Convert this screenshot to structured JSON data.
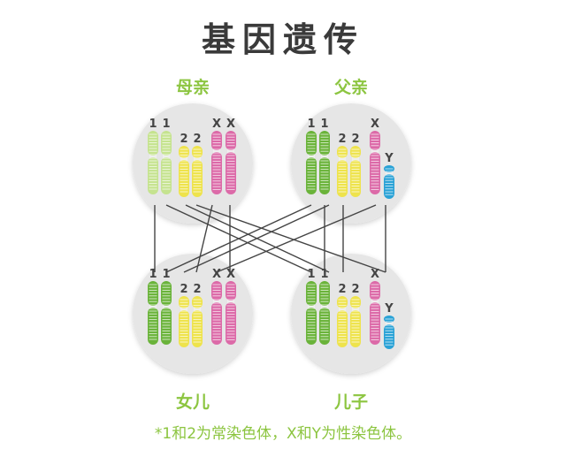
{
  "title": "基因遗传",
  "labels": {
    "mother": "母亲",
    "father": "父亲",
    "daughter": "女儿",
    "son": "儿子"
  },
  "chromosome_labels": {
    "one": "1",
    "two": "2",
    "x": "X",
    "y": "Y"
  },
  "note": "*1和2为常染色体，X和Y为性染色体。",
  "colors": {
    "label_green": "#8cc540",
    "title": "#3a3a3a",
    "circle_fill": "#e6e6e6",
    "chr1_light": "#c5e38f",
    "chr1_dark": "#6ab33a",
    "chr2": "#eee34c",
    "chrX": "#dc6aa8",
    "chrX_light": "#eeb1d2",
    "chrY": "#2aa2d6",
    "line": "#444444"
  }
}
